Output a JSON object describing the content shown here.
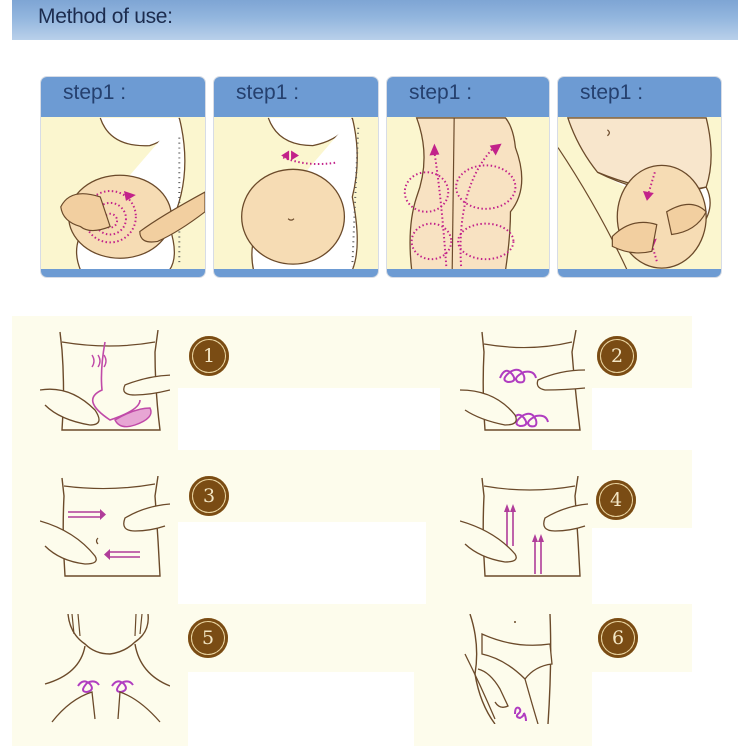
{
  "header": {
    "title": "Method of use:"
  },
  "step_cards": [
    {
      "label": "step1 :",
      "illustration": "belly-spiral-massage"
    },
    {
      "label": "step1 :",
      "illustration": "pregnant-belly-under-bust"
    },
    {
      "label": "step1 :",
      "illustration": "buttocks-thigh-circles"
    },
    {
      "label": "step1 :",
      "illustration": "thigh-massage-arrows"
    }
  ],
  "instructions": [
    {
      "number": "1",
      "illustration": "abdomen-colon-massage",
      "text": ""
    },
    {
      "number": "2",
      "illustration": "abdomen-loop-massage",
      "text": ""
    },
    {
      "number": "3",
      "illustration": "abdomen-horizontal-arrows",
      "text": ""
    },
    {
      "number": "4",
      "illustration": "abdomen-vertical-arrows",
      "text": ""
    },
    {
      "number": "5",
      "illustration": "chest-loop-massage",
      "text": ""
    },
    {
      "number": "6",
      "illustration": "groin-loop-massage",
      "text": ""
    }
  ],
  "colors": {
    "header_blue": "#6d9bd3",
    "card_cream": "#fbf6cf",
    "badge_brown": "#7a4c14",
    "massage_pink": "#c2228a",
    "lower_cream": "#fdfcec"
  }
}
